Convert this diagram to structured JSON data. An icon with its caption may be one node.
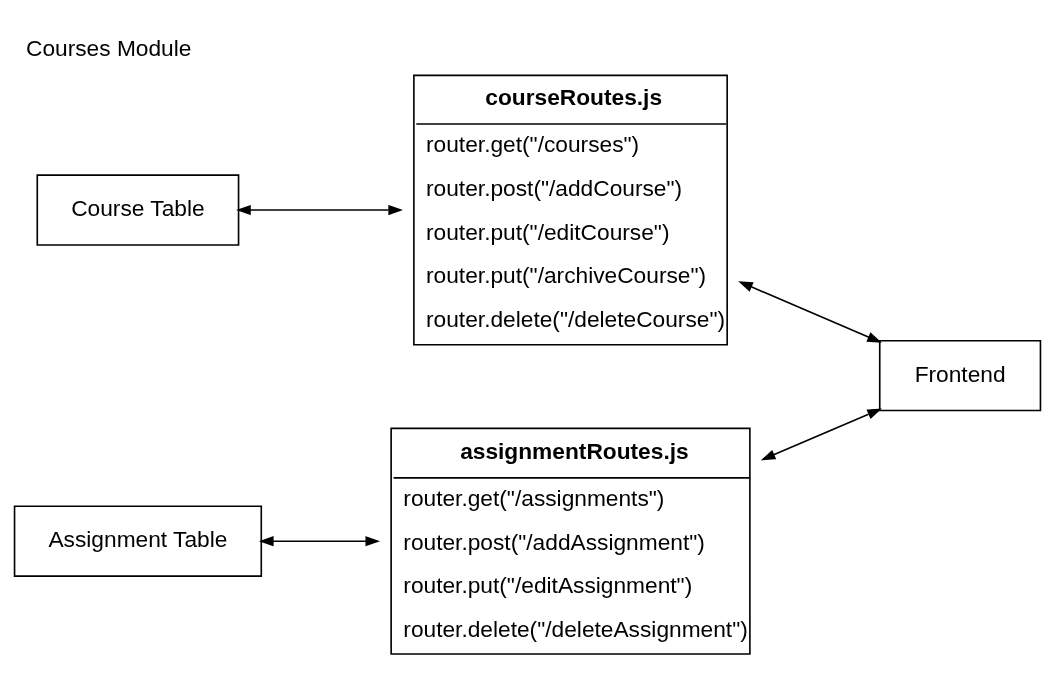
{
  "diagram": {
    "title": "Courses Module",
    "nodes": [
      {
        "text": [
          "Course Table"
        ]
      },
      {
        "text": [
          "courseRoutes.js",
          "router.get(\"/courses\")",
          "router.post(\"/addCourse\")",
          "router.put(\"/editCourse\")",
          "router.put(\"/archiveCourse\")",
          "router.delete(\"/deleteCourse\")"
        ]
      },
      {
        "text": [
          "Frontend"
        ]
      },
      {
        "text": [
          "Assignment Table"
        ]
      },
      {
        "text": [
          "assignmentRoutes.js",
          "router.get(\"/assignments\")",
          "router.post(\"/addAssignment\")",
          "router.put(\"/editAssignment\")",
          "router.delete(\"/deleteAssignment\")"
        ]
      }
    ],
    "edges": [
      {
        "from": 0,
        "to": 1,
        "arrow": "both"
      },
      {
        "from": 1,
        "to": 2,
        "arrow": "both"
      },
      {
        "from": 4,
        "to": 2,
        "arrow": "both"
      },
      {
        "from": 3,
        "to": 4,
        "arrow": "both"
      }
    ]
  }
}
